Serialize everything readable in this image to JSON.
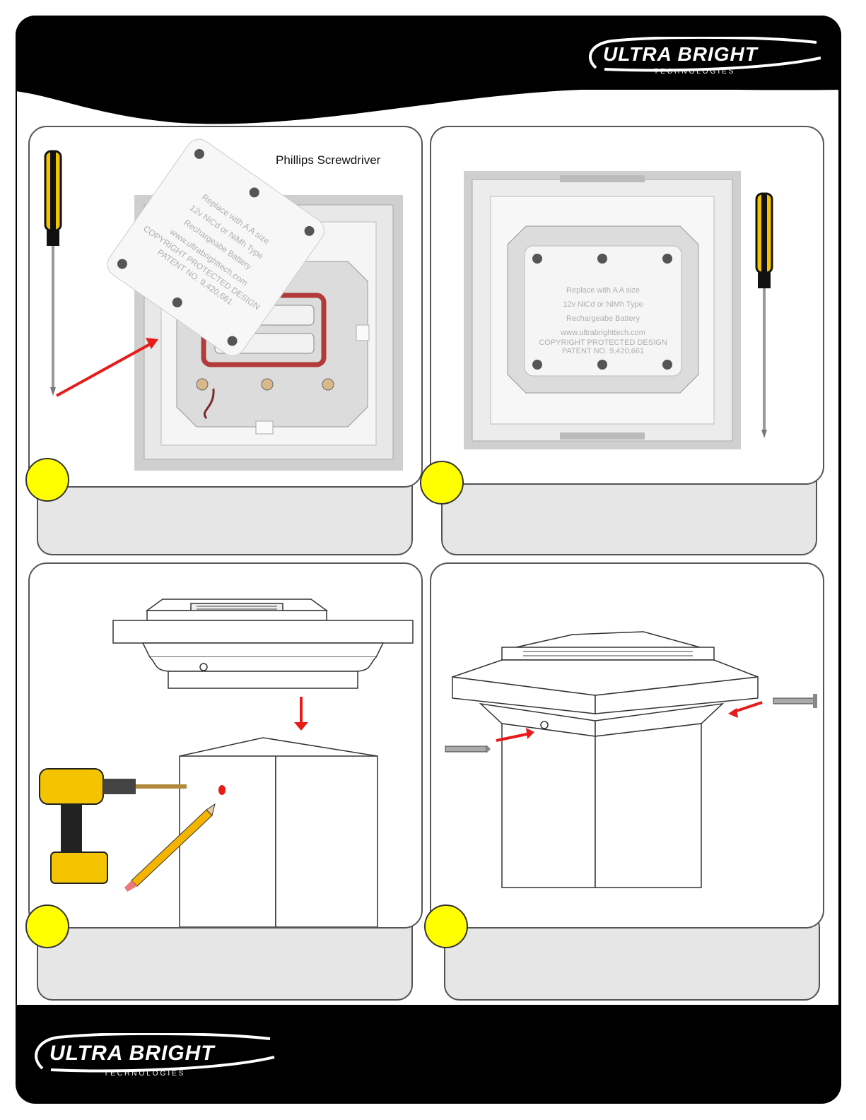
{
  "brand": {
    "name": "ULTRA BRIGHT",
    "sub": "TECHNOLOGIES"
  },
  "step1": {
    "tool_label": "Phillips Screwdriver",
    "cover_lines": [
      "Replace with A A size",
      "12v NiCd or NiMh Type",
      "Rechargeabe Battery",
      "www.ultrabrighttech.com",
      "COPYRIGHT PROTECTED DESIGN",
      "PATENT NO. 9,420,661"
    ]
  },
  "step2": {
    "cover_lines": [
      "Replace with A A size",
      "12v NiCd or NiMh Type",
      "Rechargeabe Battery",
      "www.ultrabrighttech.com",
      "COPYRIGHT PROTECTED DESIGN",
      "PATENT NO. 9,420,661"
    ]
  },
  "colors": {
    "badge": "#ffff00",
    "arrow": "#e81b1b",
    "frame": "#000000",
    "caption_bg": "#e6e6e6"
  }
}
